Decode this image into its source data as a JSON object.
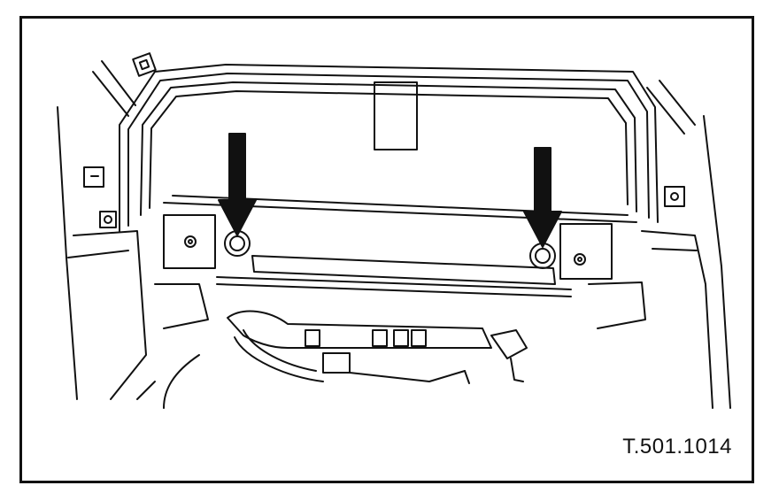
{
  "figure": {
    "reference_code": "T.501.1014",
    "line_color": "#111111",
    "background_color": "#ffffff",
    "callouts": [
      {
        "name": "left-fastener-arrow",
        "icon": "down-arrow-icon"
      },
      {
        "name": "right-fastener-arrow",
        "icon": "down-arrow-icon"
      }
    ]
  }
}
